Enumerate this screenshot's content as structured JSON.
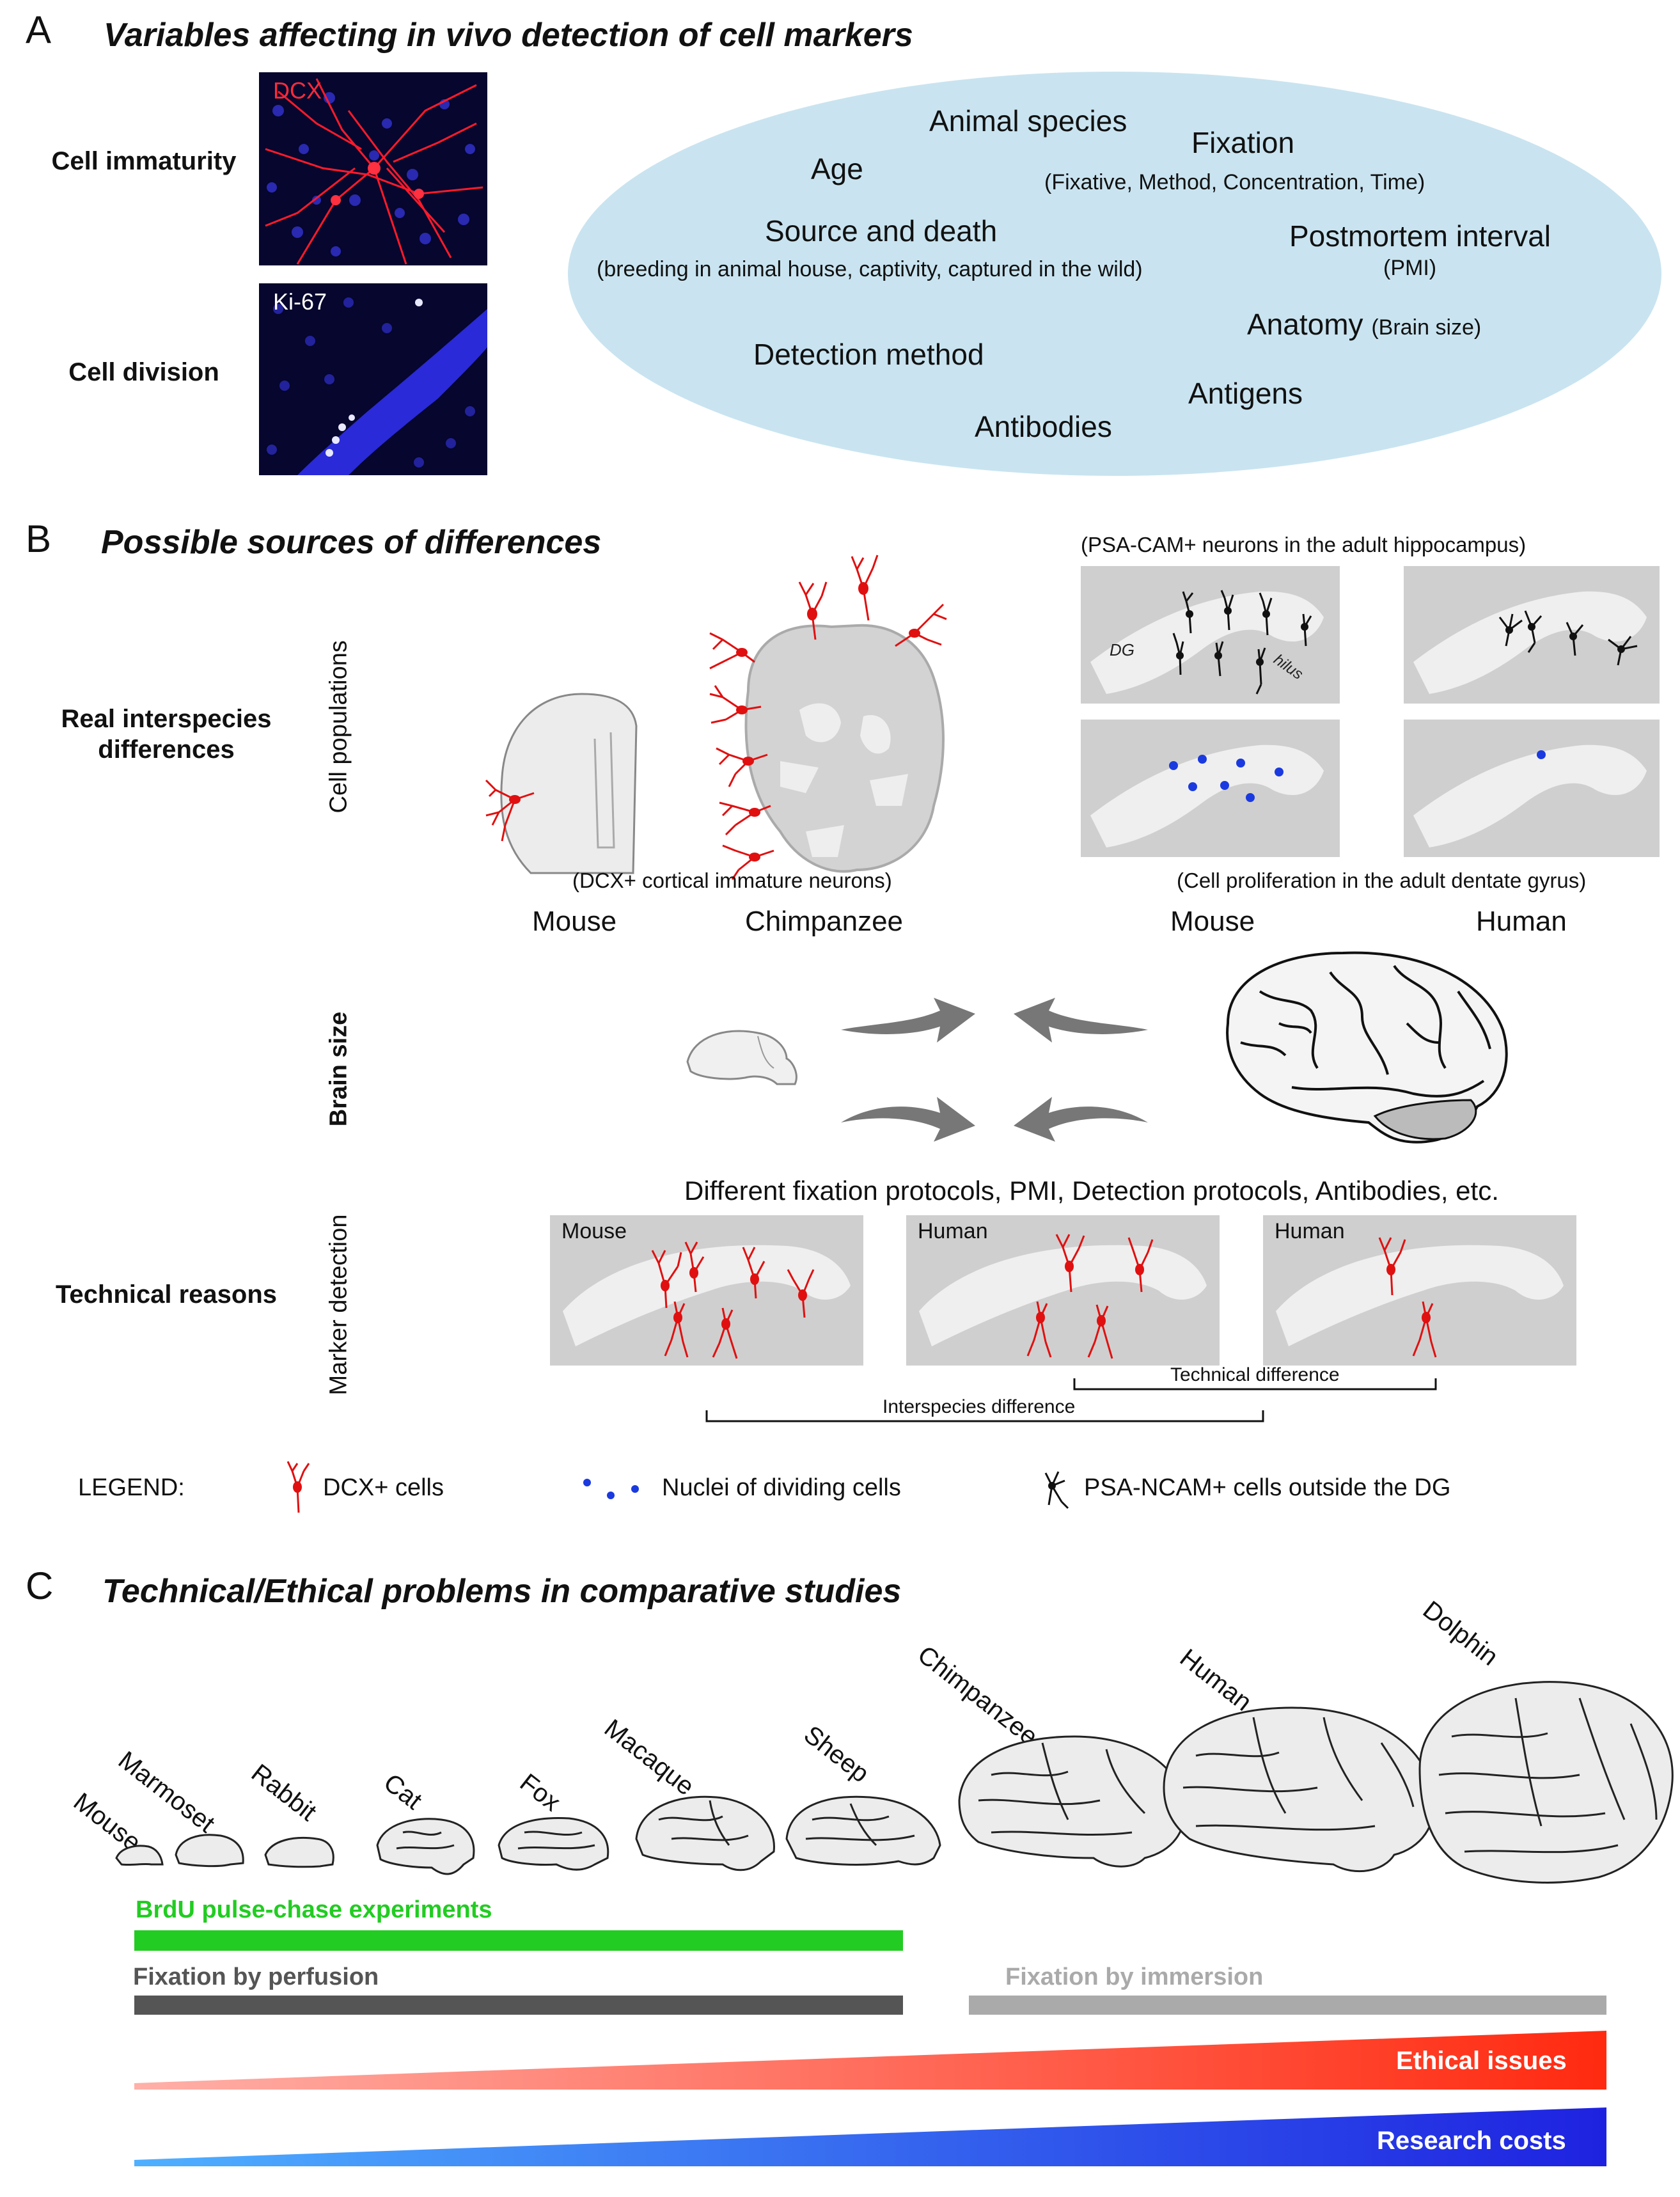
{
  "panelA": {
    "letter": "A",
    "title": "Variables affecting in vivo detection of cell markers",
    "row1_label": "Cell immaturity",
    "row2_label": "Cell division",
    "img1_label": "DCX",
    "img2_label": "Ki-67",
    "variables": {
      "animal_species": "Animal species",
      "age": "Age",
      "fixation": "Fixation",
      "fixation_detail": "(Fixative, Method, Concentration, Time)",
      "source": "Source and death",
      "source_detail": "(breeding in animal house, captivity, captured in the wild)",
      "pmi": "Postmortem interval",
      "pmi_abbr": "(PMI)",
      "anatomy": "Anatomy",
      "anatomy_detail": "(Brain size)",
      "detection": "Detection method",
      "antigens": "Antigens",
      "antibodies": "Antibodies"
    }
  },
  "panelB": {
    "letter": "B",
    "title": "Possible sources of differences",
    "real_label": "Real interspecies differences",
    "technical_label": "Technical reasons",
    "vert_cell": "Cell populations",
    "vert_brain": "Brain size",
    "vert_marker": "Marker detection",
    "psa_caption": "(PSA-CAM+ neurons in the adult hippocampus)",
    "dcx_caption": "(DCX+ cortical immature neurons)",
    "prolif_caption": "(Cell proliferation in the adult dentate gyrus)",
    "dg_label": "DG",
    "hilus_label": "hilus",
    "species": [
      "Mouse",
      "Chimpanzee",
      "Mouse",
      "Human"
    ],
    "protocols_text": "Different fixation protocols, PMI, Detection protocols, Antibodies, etc.",
    "box_labels": [
      "Mouse",
      "Human",
      "Human"
    ],
    "technical_difference": "Technical difference",
    "interspecies_difference": "Interspecies difference",
    "legend": {
      "title": "LEGEND:",
      "dcx": "DCX+ cells",
      "nuclei": "Nuclei of dividing cells",
      "psa": "PSA-NCAM+ cells outside the DG"
    }
  },
  "panelC": {
    "letter": "C",
    "title": "Technical/Ethical problems in comparative studies",
    "species": [
      "Mouse",
      "Marmoset",
      "Rabbit",
      "Cat",
      "Fox",
      "Macaque",
      "Sheep",
      "Chimpanzee",
      "Human",
      "Dolphin"
    ],
    "brdu": "BrdU pulse-chase experiments",
    "perfusion": "Fixation by perfusion",
    "immersion": "Fixation by immersion",
    "ethical": "Ethical issues",
    "costs": "Research costs",
    "colors": {
      "brdu": "#22cc22",
      "perfusion": "#555555",
      "immersion": "#aaaaaa",
      "ethical": "#ff2a10",
      "costs": "#1e22e0"
    }
  }
}
